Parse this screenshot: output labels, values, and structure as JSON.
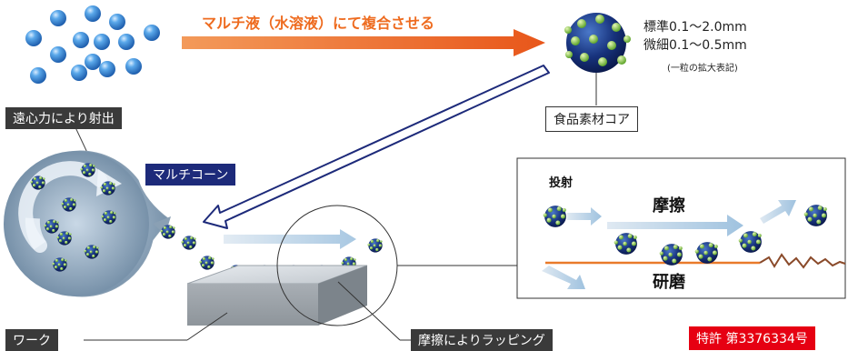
{
  "process_title": "マルチ液（水溶液）にて複合させる",
  "core_specs": {
    "standard": "標準0.1〜2.0mm",
    "fine": "微細0.1〜0.5mm",
    "note": "(一粒の拡大表記)"
  },
  "core_label": "食品素材コア",
  "centrifugal_label": "遠心力により射出",
  "multicone_label": "マルチコーン",
  "work_label": "ワーク",
  "lapping_label": "摩擦によりラッピング",
  "patent_label": "特許 第3376334号",
  "inset": {
    "projection": "投射",
    "friction": "摩擦",
    "polishing": "研磨"
  },
  "colors": {
    "arrow_orange": "#ee6b1f",
    "navy": "#1d2a7a",
    "patent_red": "#e60012",
    "particle_blue": "#3a8fd6",
    "core_green": "#8cc63f"
  }
}
